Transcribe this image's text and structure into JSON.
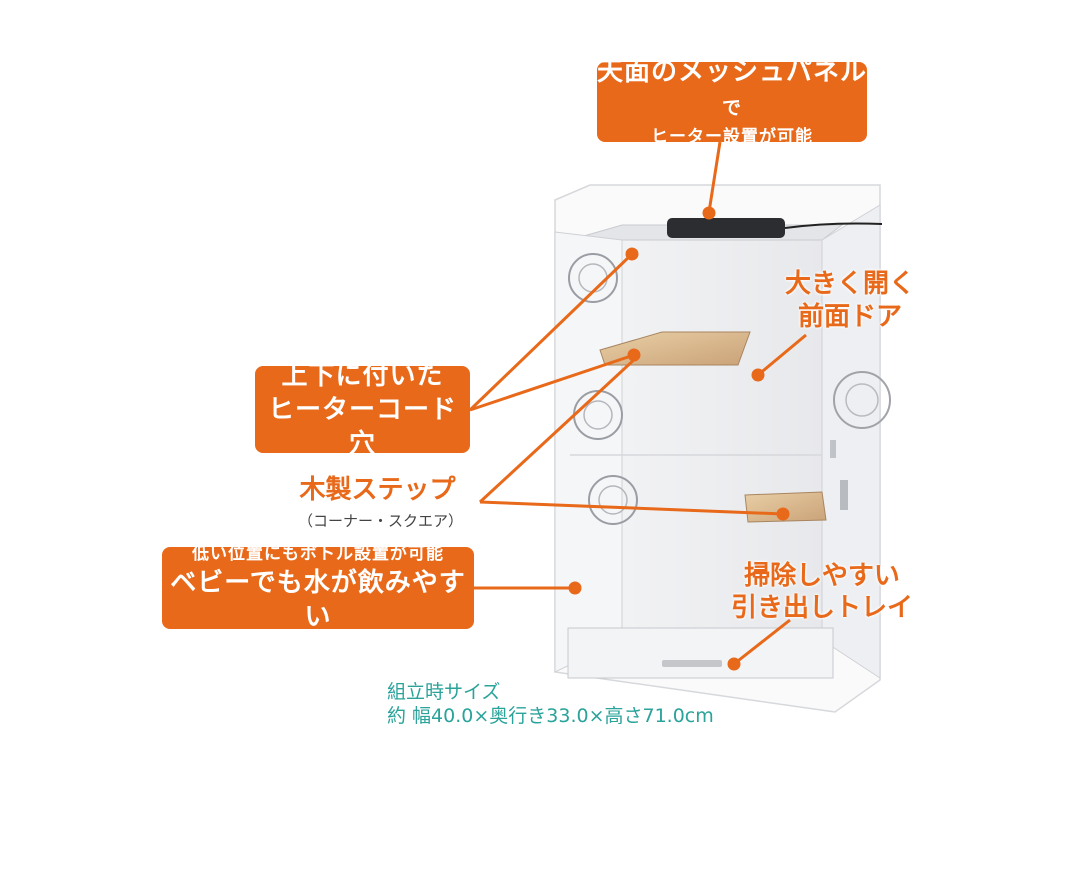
{
  "colors": {
    "accent": "#e8691a",
    "teal": "#2aa39a"
  },
  "callouts": {
    "top_mesh": {
      "line1_main": "天面のメッシュパネル",
      "line1_suffix": "で",
      "line2": "ヒーター設置が可能"
    },
    "front_door": {
      "line1": "大きく開く",
      "line2": "前面ドア"
    },
    "cord_hole": {
      "line1": "上下に付いた",
      "line2": "ヒーターコード穴"
    },
    "wood_step": {
      "line1": "木製ステップ",
      "line2": "（コーナー・スクエア）"
    },
    "bottle": {
      "line1": "低い位置にもボトル設置が可能",
      "line2": "ベビーでも水が飲みやすい"
    },
    "tray": {
      "line1": "掃除しやすい",
      "line2": "引き出しトレイ"
    }
  },
  "size": {
    "line1": "組立時サイズ",
    "line2": "約 幅40.0×奥行き33.0×高さ71.0cm"
  }
}
